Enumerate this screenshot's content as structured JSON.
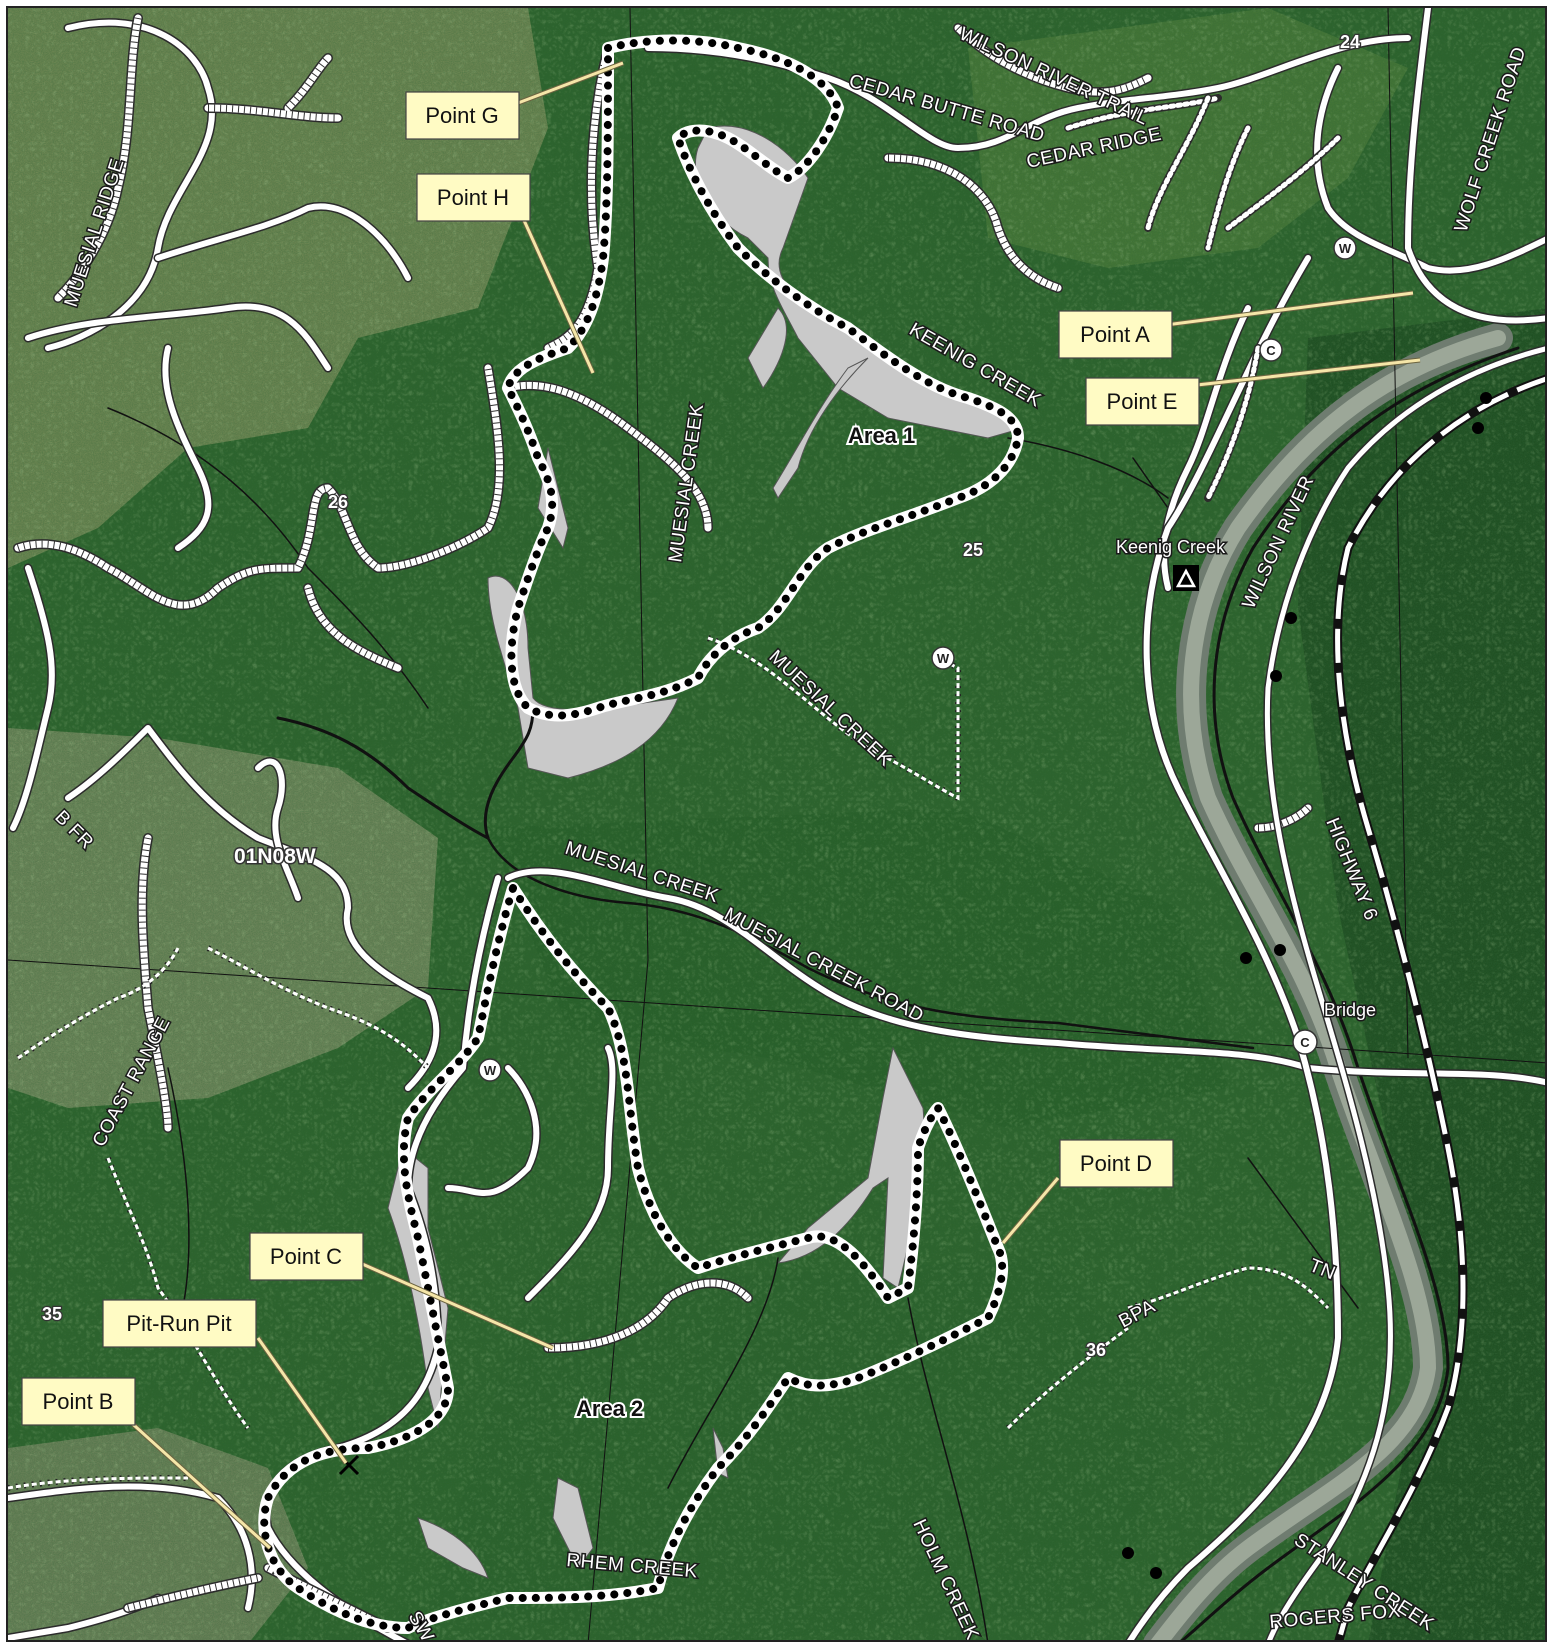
{
  "callouts": [
    {
      "id": "point-g",
      "label": "Point G"
    },
    {
      "id": "point-h",
      "label": "Point H"
    },
    {
      "id": "point-a",
      "label": "Point A"
    },
    {
      "id": "point-e",
      "label": "Point E"
    },
    {
      "id": "point-d",
      "label": "Point D"
    },
    {
      "id": "point-c",
      "label": "Point C"
    },
    {
      "id": "pit-run-pit",
      "label": "Pit-Run Pit"
    },
    {
      "id": "point-b",
      "label": "Point B"
    }
  ],
  "areas": {
    "area1": "Area 1",
    "area2": "Area 2"
  },
  "road_labels": {
    "wilson_river_trail": "WILSON RIVER TRAIL",
    "cedar_butte_road": "CEDAR BUTTE ROAD",
    "cedar_ridge": "CEDAR RIDGE",
    "wolf_creek_road": "WOLF CREEK ROAD",
    "keenig_creek": "KEENIG CREEK",
    "muesial_ridge": "MUESIAL RIDGE",
    "muesial_creek_vertical": "MUESIAL CREEK",
    "muesial_creek_diag": "MUESIAL CREEK",
    "muesial_creek_upper": "MUESIAL CREEK",
    "muesial_creek_road": "MUESIAL CREEK ROAD",
    "wilson_river": "WILSON RIVER",
    "highway_6": "HIGHWAY 6",
    "coast_range": "COAST RANGE",
    "b_fr": "B FR",
    "bpa": "BPA",
    "tn": "TN",
    "holm_creek": "HOLM CREEK",
    "rhem_creek": "RHEM CREEK",
    "stanley_creek": "STANLEY CREEK",
    "rogers_fox": "ROGERS FOX",
    "sw": "SW"
  },
  "place_labels": {
    "keenig_creek_camp": "Keenig Creek",
    "bridge": "Bridge",
    "township_range": "01N08W"
  },
  "section_numbers": {
    "s24": "24",
    "s25": "25",
    "s26": "26",
    "s35": "35",
    "s36": "36"
  },
  "symbols": {
    "water": "W",
    "cross_culvert": "C",
    "campground": "campground-tent-icon",
    "pit": "pit-pick-icon"
  },
  "colors": {
    "forest_dark": "#1f4d22",
    "forest_mid": "#2f6b2c",
    "clearcut": "#8f9a6e",
    "harvest_area": "#c9c9c9",
    "callout_fill": "#fffbc4",
    "river": "#9aa597"
  }
}
